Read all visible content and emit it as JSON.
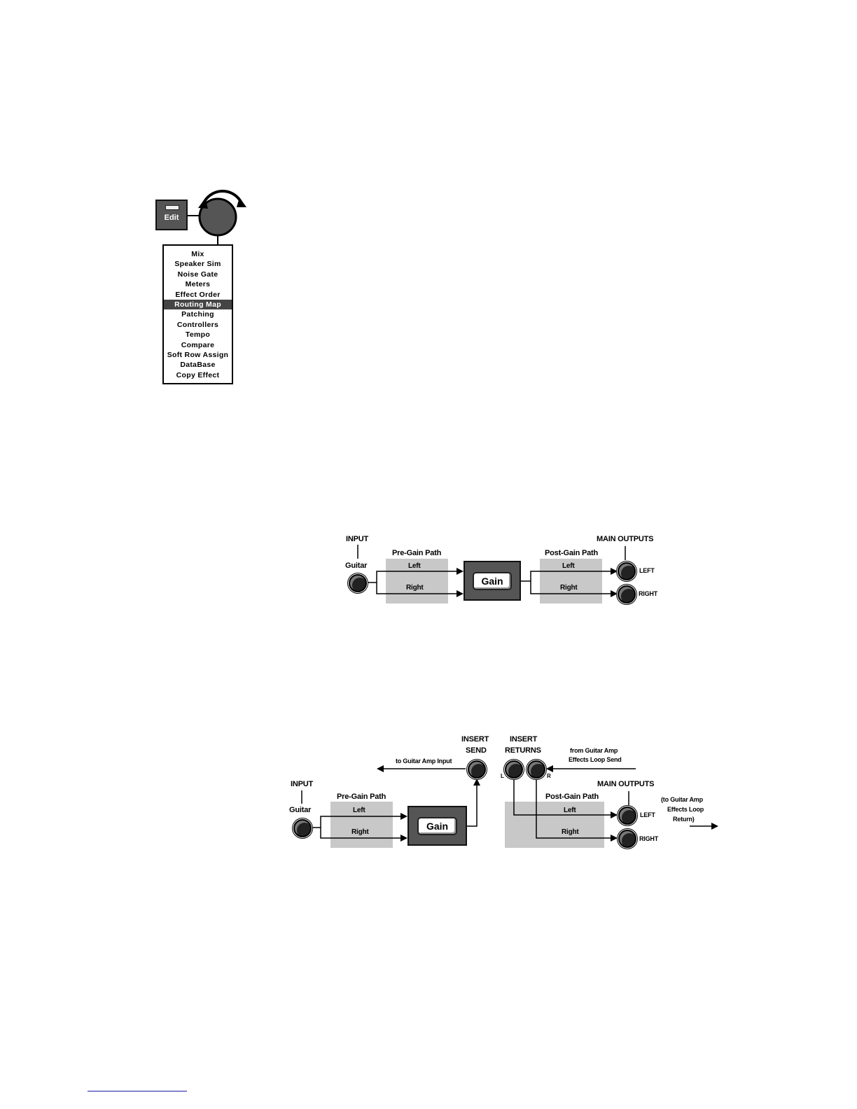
{
  "edit_button": {
    "label": "Edit"
  },
  "menu": {
    "items": [
      "Mix",
      "Speaker Sim",
      "Noise Gate",
      "Meters",
      "Effect Order",
      "Routing Map",
      "Patching",
      "Controllers",
      "Tempo",
      "Compare",
      "Soft Row Assign",
      "DataBase",
      "Copy Effect"
    ],
    "selected_index": 5
  },
  "diagram1": {
    "input_label": "INPUT",
    "guitar_label": "Guitar",
    "pre_gain_label": "Pre-Gain Path",
    "pre_left": "Left",
    "pre_right": "Right",
    "gain_label": "Gain",
    "post_gain_label": "Post-Gain Path",
    "post_left": "Left",
    "post_right": "Right",
    "main_outputs_label": "MAIN OUTPUTS",
    "out_left": "LEFT",
    "out_right": "RIGHT"
  },
  "diagram2": {
    "input_label": "INPUT",
    "guitar_label": "Guitar",
    "pre_gain_label": "Pre-Gain Path",
    "pre_left": "Left",
    "pre_right": "Right",
    "gain_label": "Gain",
    "insert_send_label_1": "INSERT",
    "insert_send_label_2": "SEND",
    "to_amp_input": "to Guitar Amp Input",
    "insert_returns_label_1": "INSERT",
    "insert_returns_label_2": "RETURNS",
    "return_l": "L",
    "return_r": "R",
    "from_amp_1": "from Guitar Amp",
    "from_amp_2": "Effects Loop Send",
    "post_gain_label": "Post-Gain Path",
    "post_left": "Left",
    "post_right": "Right",
    "main_outputs_label": "MAIN OUTPUTS",
    "out_left": "LEFT",
    "out_right": "RIGHT",
    "to_amp_return_1": "(to Guitar Amp",
    "to_amp_return_2": "Effects Loop",
    "to_amp_return_3": "Return)"
  }
}
